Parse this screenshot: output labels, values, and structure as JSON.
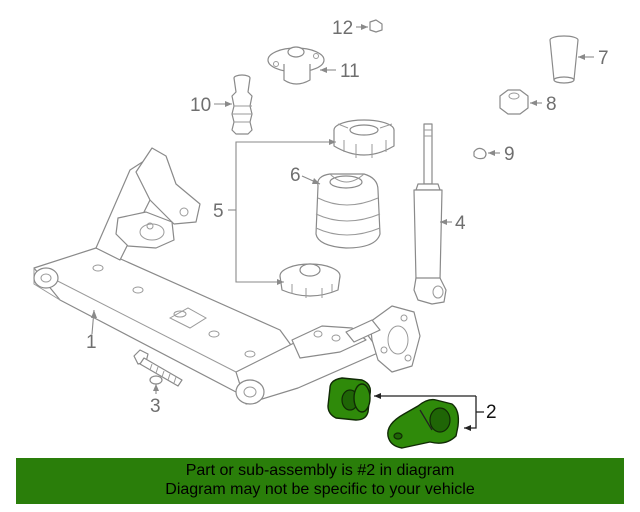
{
  "diagram": {
    "callouts": {
      "c1": "1",
      "c2": "2",
      "c3": "3",
      "c4": "4",
      "c5": "5",
      "c6": "6",
      "c7": "7",
      "c8": "8",
      "c9": "9",
      "c10": "10",
      "c11": "11",
      "c12": "12"
    },
    "highlighted_part": "2",
    "highlight_color": "#2f8a0a"
  },
  "banner": {
    "line1": "Part or sub-assembly is #2 in diagram",
    "line2": "Diagram may not be specific to your vehicle",
    "background": "#2a7e0a"
  }
}
